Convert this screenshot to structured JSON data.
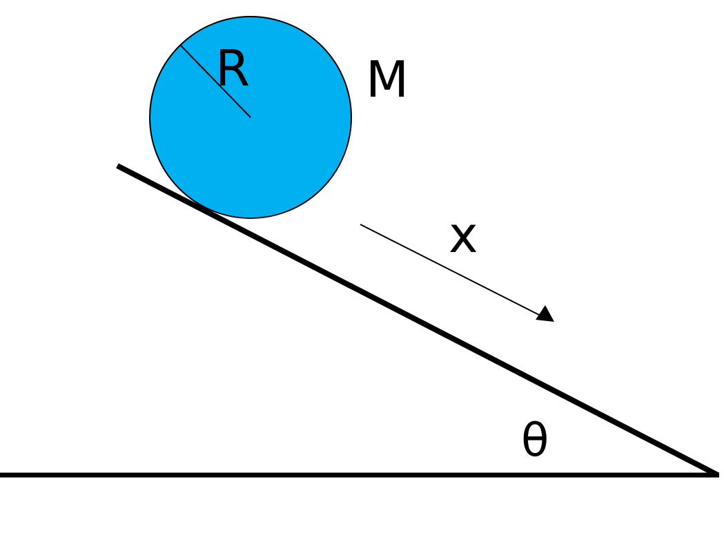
{
  "labels": {
    "radius": "R",
    "mass": "M",
    "displacement": "x",
    "angle": "θ"
  },
  "colors": {
    "ball": "#00b0f0",
    "line": "#000000"
  }
}
